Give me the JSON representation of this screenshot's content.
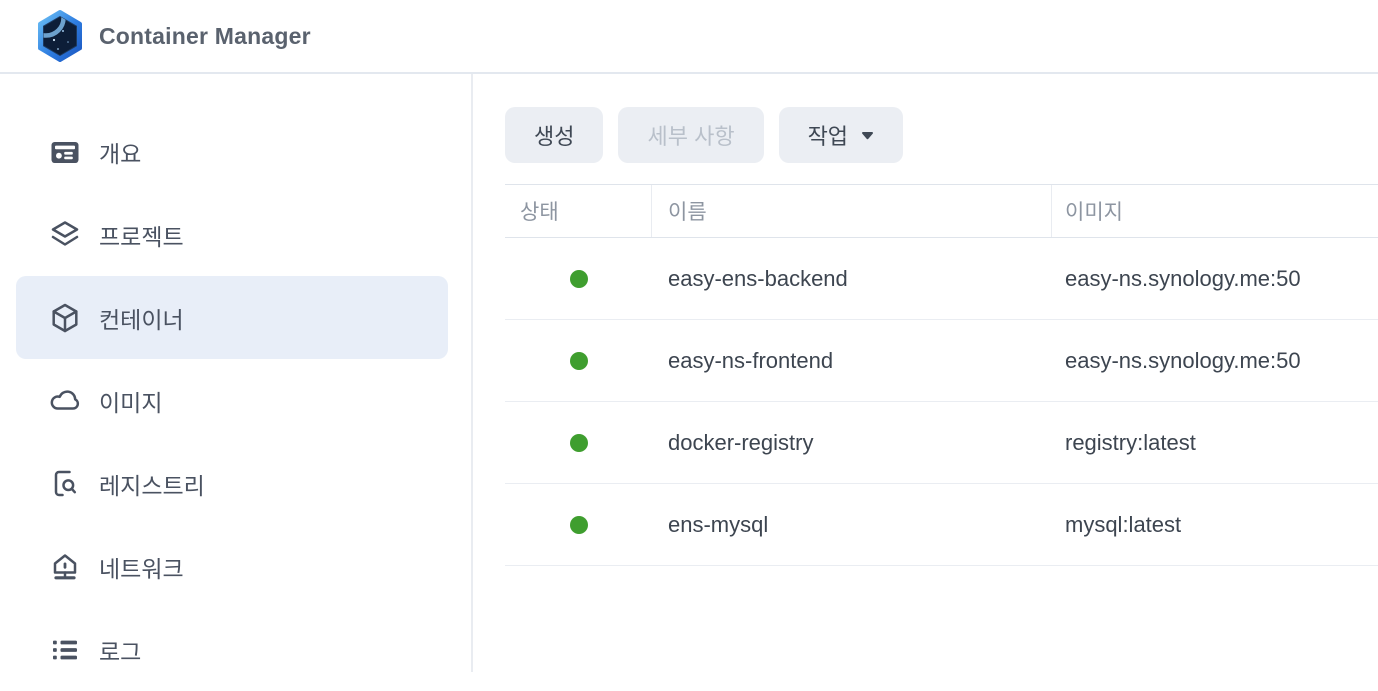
{
  "app": {
    "title": "Container Manager"
  },
  "sidebar": {
    "items": [
      {
        "label": "개요",
        "icon": "overview-icon",
        "active": false
      },
      {
        "label": "프로젝트",
        "icon": "projects-icon",
        "active": false
      },
      {
        "label": "컨테이너",
        "icon": "container-icon",
        "active": true
      },
      {
        "label": "이미지",
        "icon": "image-icon",
        "active": false
      },
      {
        "label": "레지스트리",
        "icon": "registry-icon",
        "active": false
      },
      {
        "label": "네트워크",
        "icon": "network-icon",
        "active": false
      },
      {
        "label": "로그",
        "icon": "log-icon",
        "active": false
      }
    ]
  },
  "toolbar": {
    "create_label": "생성",
    "details_label": "세부 사항",
    "details_disabled": true,
    "action_label": "작업"
  },
  "table": {
    "columns": [
      "상태",
      "이름",
      "이미지"
    ],
    "rows": [
      {
        "status": "running",
        "name": "easy-ens-backend",
        "image": "easy-ns.synology.me:50"
      },
      {
        "status": "running",
        "name": "easy-ns-frontend",
        "image": "easy-ns.synology.me:50"
      },
      {
        "status": "running",
        "name": "docker-registry",
        "image": "registry:latest"
      },
      {
        "status": "running",
        "name": "ens-mysql",
        "image": "mysql:latest"
      }
    ]
  },
  "colors": {
    "status_running": "#3f9e2f",
    "sidebar_active_bg": "#e8eef8",
    "button_bg": "#ebeef3",
    "accent_logo_blue": "#2e7de0",
    "text_primary": "#3d4550",
    "text_muted": "#8d95a1"
  }
}
